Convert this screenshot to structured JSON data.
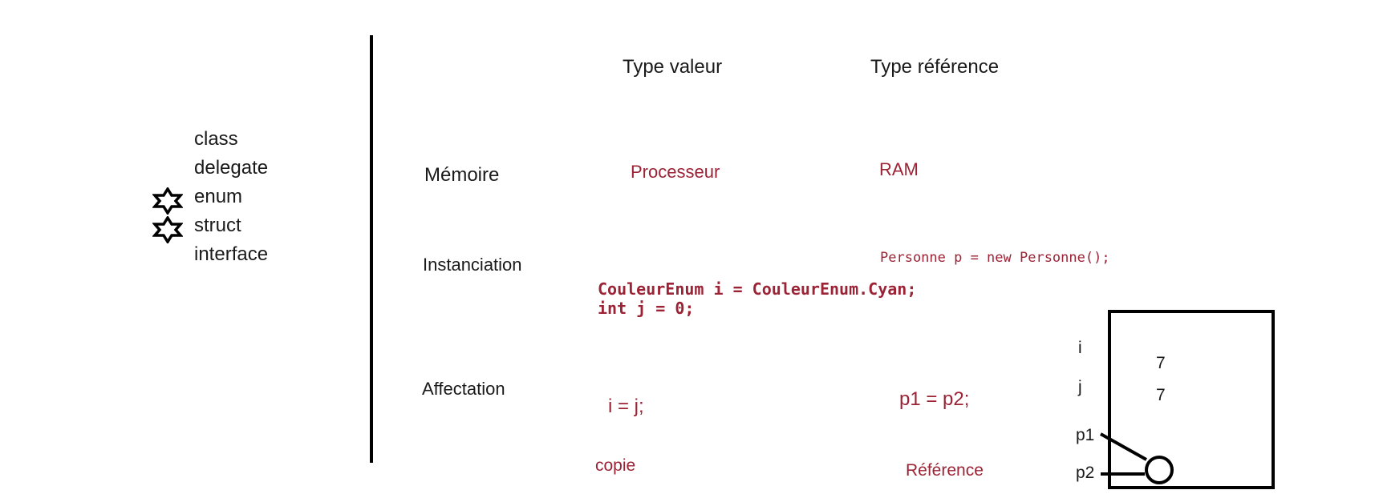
{
  "keywords": {
    "items": [
      {
        "label": "class",
        "starred": false
      },
      {
        "label": "delegate",
        "starred": false
      },
      {
        "label": "enum",
        "starred": true
      },
      {
        "label": "struct",
        "starred": true
      },
      {
        "label": "interface",
        "starred": false
      }
    ]
  },
  "headers": {
    "value_type": "Type valeur",
    "reference_type": "Type référence"
  },
  "rows": {
    "memory": {
      "label": "Mémoire",
      "value": "Processeur",
      "reference": "RAM"
    },
    "instantiation": {
      "label": "Instanciation",
      "value_line1": "CouleurEnum i = CouleurEnum.Cyan;",
      "value_line2": "int j = 0;",
      "reference": "Personne p = new Personne();"
    },
    "assignment": {
      "label": "Affectation",
      "value": "i = j;",
      "reference": "p1 = p2;",
      "value_note": "copie",
      "reference_note": "Référence"
    }
  },
  "memory_diagram": {
    "variables": [
      {
        "name": "i",
        "value": "7"
      },
      {
        "name": "j",
        "value": "7"
      },
      {
        "name": "p1",
        "value": ""
      },
      {
        "name": "p2",
        "value": ""
      }
    ]
  },
  "colors": {
    "accent": "#9b2335",
    "ink": "#000000"
  }
}
